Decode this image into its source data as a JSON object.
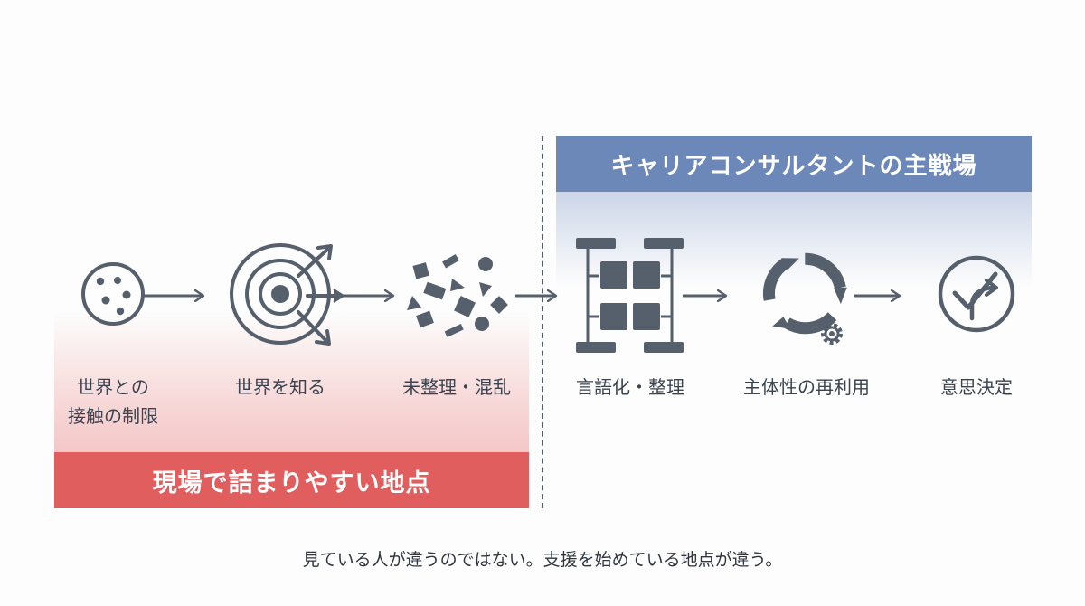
{
  "zones": {
    "left_banner": "現場で詰まりやすい地点",
    "right_banner": "キャリアコンサルタントの主戦場"
  },
  "steps": [
    {
      "label_line1": "世界との",
      "label_line2": "接触の制限",
      "icon": "circle-with-dots-icon"
    },
    {
      "label_line1": "世界を知る",
      "label_line2": "",
      "icon": "target-icon"
    },
    {
      "label_line1": "未整理・混乱",
      "label_line2": "",
      "icon": "scattered-shapes-icon"
    },
    {
      "label_line1": "言語化・整理",
      "label_line2": "",
      "icon": "organized-grid-icon"
    },
    {
      "label_line1": "主体性の再利用",
      "label_line2": "",
      "icon": "cycle-arrows-gear-icon"
    },
    {
      "label_line1": "意思決定",
      "label_line2": "",
      "icon": "check-decision-icon"
    }
  ],
  "caption": "見ている人が違うのではない。支援を始めている地点が違う。",
  "colors": {
    "icon": "#56606d",
    "left_banner": "#e05e5e",
    "right_banner": "#6c88b8"
  }
}
